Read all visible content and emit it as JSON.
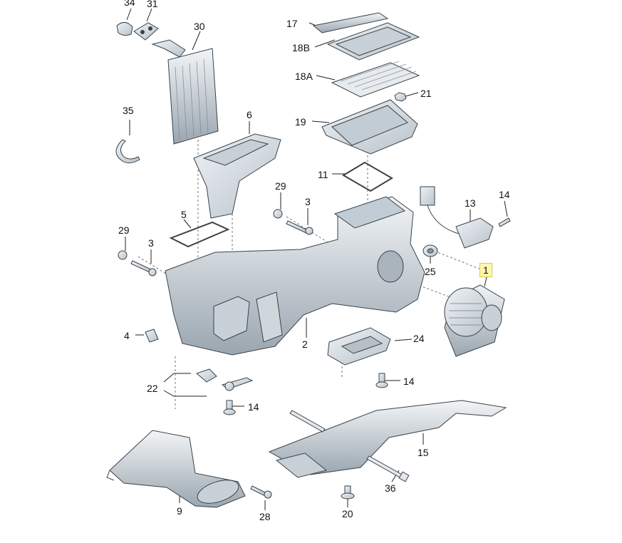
{
  "callouts": [
    {
      "id": "c1",
      "text": "1",
      "highlighted": true
    },
    {
      "id": "c2",
      "text": "2"
    },
    {
      "id": "c3a",
      "text": "3"
    },
    {
      "id": "c3b",
      "text": "3"
    },
    {
      "id": "c4",
      "text": "4"
    },
    {
      "id": "c5",
      "text": "5"
    },
    {
      "id": "c6",
      "text": "6"
    },
    {
      "id": "c9",
      "text": "9"
    },
    {
      "id": "c11",
      "text": "11"
    },
    {
      "id": "c13",
      "text": "13"
    },
    {
      "id": "c14a",
      "text": "14"
    },
    {
      "id": "c14b",
      "text": "14"
    },
    {
      "id": "c14c",
      "text": "14"
    },
    {
      "id": "c15",
      "text": "15"
    },
    {
      "id": "c17",
      "text": "17"
    },
    {
      "id": "c18b",
      "text": "18B"
    },
    {
      "id": "c18a",
      "text": "18A"
    },
    {
      "id": "c19",
      "text": "19"
    },
    {
      "id": "c20",
      "text": "20"
    },
    {
      "id": "c21",
      "text": "21"
    },
    {
      "id": "c22",
      "text": "22"
    },
    {
      "id": "c24",
      "text": "24"
    },
    {
      "id": "c25",
      "text": "25"
    },
    {
      "id": "c28",
      "text": "28"
    },
    {
      "id": "c29a",
      "text": "29"
    },
    {
      "id": "c29b",
      "text": "29"
    },
    {
      "id": "c30",
      "text": "30"
    },
    {
      "id": "c31",
      "text": "31"
    },
    {
      "id": "c34",
      "text": "34"
    },
    {
      "id": "c35",
      "text": "35"
    },
    {
      "id": "c36",
      "text": "36"
    }
  ],
  "colors": {
    "part_fill": "#dfe5ea",
    "part_stroke": "#3a4248",
    "highlight": "#fff7b0",
    "leader": "#222222"
  }
}
